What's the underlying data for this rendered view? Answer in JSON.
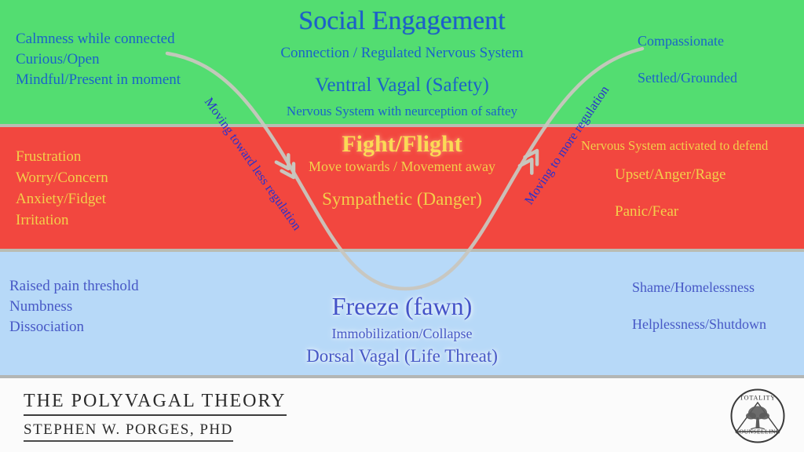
{
  "colors": {
    "green_band": "#53dd71",
    "red_band": "#f2473f",
    "blue_band": "#b7d9f8",
    "separator": "#b9bcb3",
    "footer_bg": "#fbfbfb",
    "green_band_text": "#1a63c8",
    "red_band_text": "#f3cf4a",
    "blue_band_text": "#4758c6",
    "curve": "#c8c6be",
    "curve_label_text": "#2a32cc",
    "footer_text": "#2b2b2b"
  },
  "green_band": {
    "left_items": [
      "Calmness while connected",
      "Curious/Open",
      "Mindful/Present in moment"
    ],
    "title": "Social Engagement",
    "subtitle": "Connection / Regulated Nervous System",
    "heading": "Ventral Vagal (Safety)",
    "subheading": "Nervous System with neurception of saftey",
    "right_items": [
      "Compassionate",
      "Settled/Grounded"
    ]
  },
  "red_band": {
    "left_items": [
      "Frustration",
      "Worry/Concern",
      "Anxiety/Fidget",
      "Irritation"
    ],
    "title": "Fight/Flight",
    "subtitle": "Move towards / Movement away",
    "heading": "Sympathetic (Danger)",
    "right_note": "Nervous System activated to defend",
    "right_items": [
      "Upset/Anger/Rage",
      "Panic/Fear"
    ]
  },
  "blue_band": {
    "left_items": [
      "Raised pain threshold",
      "Numbness",
      "Dissociation"
    ],
    "title": "Freeze (fawn)",
    "subtitle": "Immobilization/Collapse",
    "heading": "Dorsal Vagal (Life Threat)",
    "right_items": [
      "Shame/Homelessness",
      "Helplessness/Shutdown"
    ]
  },
  "curve": {
    "descending_label": "Moving toward less regulation",
    "ascending_label": "Moving to more regulation"
  },
  "footer": {
    "title": "THE POLYVAGAL THEORY",
    "author": "STEPHEN W. PORGES, PHD"
  },
  "logo": {
    "top_text": "TOTALITY",
    "bottom_text": "COUNSELLING"
  }
}
